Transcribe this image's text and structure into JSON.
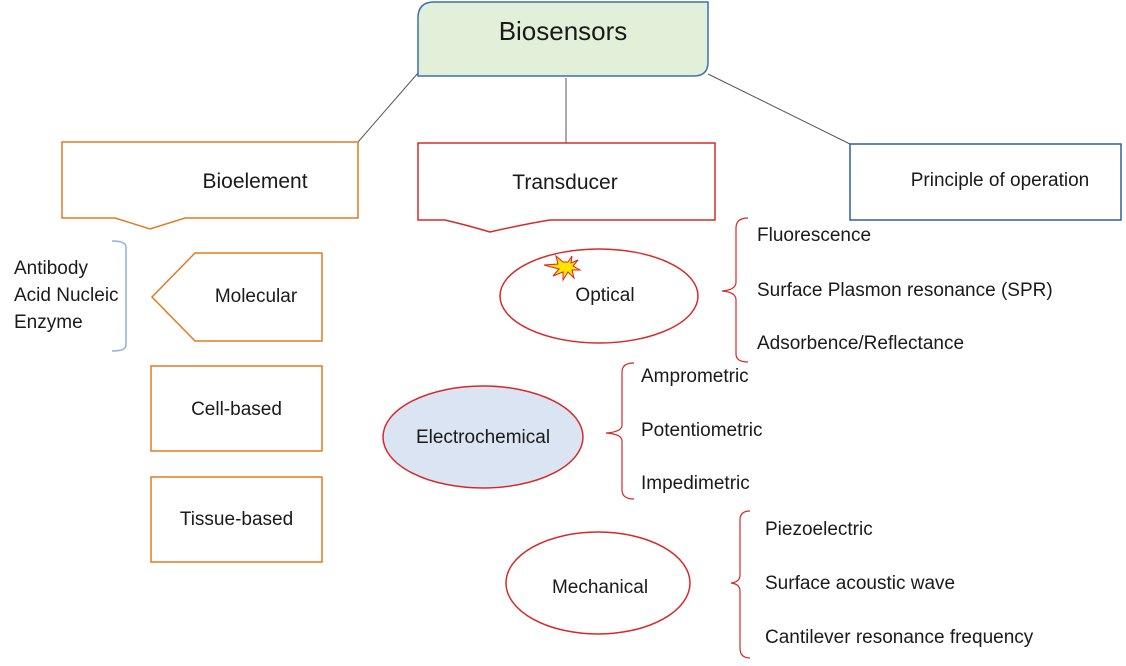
{
  "diagram": {
    "root": "Biosensors",
    "categories": {
      "bioelement": "Bioelement",
      "transducer": "Transducer",
      "principle": "Principle of operation"
    },
    "bioelement_types": {
      "molecular": "Molecular",
      "cell_based": "Cell-based",
      "tissue_based": "Tissue-based"
    },
    "molecular_examples": [
      "Antibody",
      "Acid Nucleic",
      "Enzyme"
    ],
    "transducer_types": {
      "optical": "Optical",
      "electrochemical": "Electrochemical",
      "mechanical": "Mechanical"
    },
    "optical_methods": [
      "Fluorescence",
      "Surface Plasmon resonance (SPR)",
      "Adsorbence/Reflectance"
    ],
    "electrochemical_methods": [
      "Amprometric",
      "Potentiometric",
      "Impedimetric"
    ],
    "mechanical_methods": [
      "Piezoelectric",
      "Surface acoustic wave",
      "Cantilever resonance frequency"
    ]
  },
  "colors": {
    "root_fill": "#e2efd9",
    "root_stroke": "#3b6fb6",
    "bioelement_stroke": "#e07b24",
    "transducer_stroke": "#d62a2a",
    "principle_stroke": "#2f5f9e",
    "connector": "#555555",
    "bracket_blue": "#8fb0dc",
    "electrochemical_fill": "#dbe4f2",
    "star_fill": "#ffe600",
    "star_stroke": "#e02020"
  }
}
